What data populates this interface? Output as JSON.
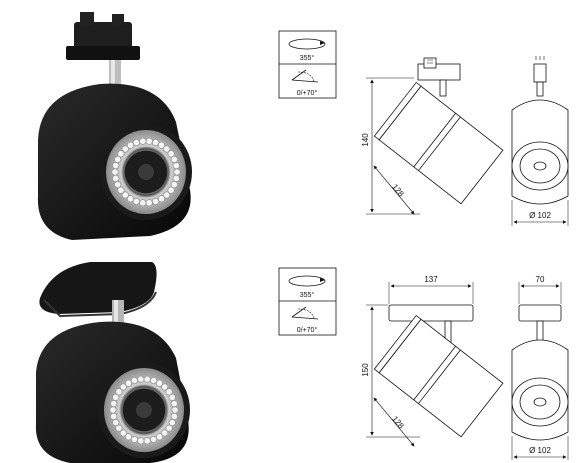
{
  "products": [
    {
      "id": "track",
      "rotation_label": "355°",
      "tilt_label": "0/+70°",
      "dims": {
        "height": "140",
        "depth": "128",
        "diameter": "Ø 102"
      }
    },
    {
      "id": "surface",
      "rotation_label": "355°",
      "tilt_label": "0/+70°",
      "dims": {
        "width": "137",
        "height": "150",
        "depth": "128",
        "base_width": "70",
        "diameter": "Ø 102"
      }
    }
  ],
  "colors": {
    "body": "#151515",
    "line": "#111111",
    "lens": "#d8d8d8"
  }
}
